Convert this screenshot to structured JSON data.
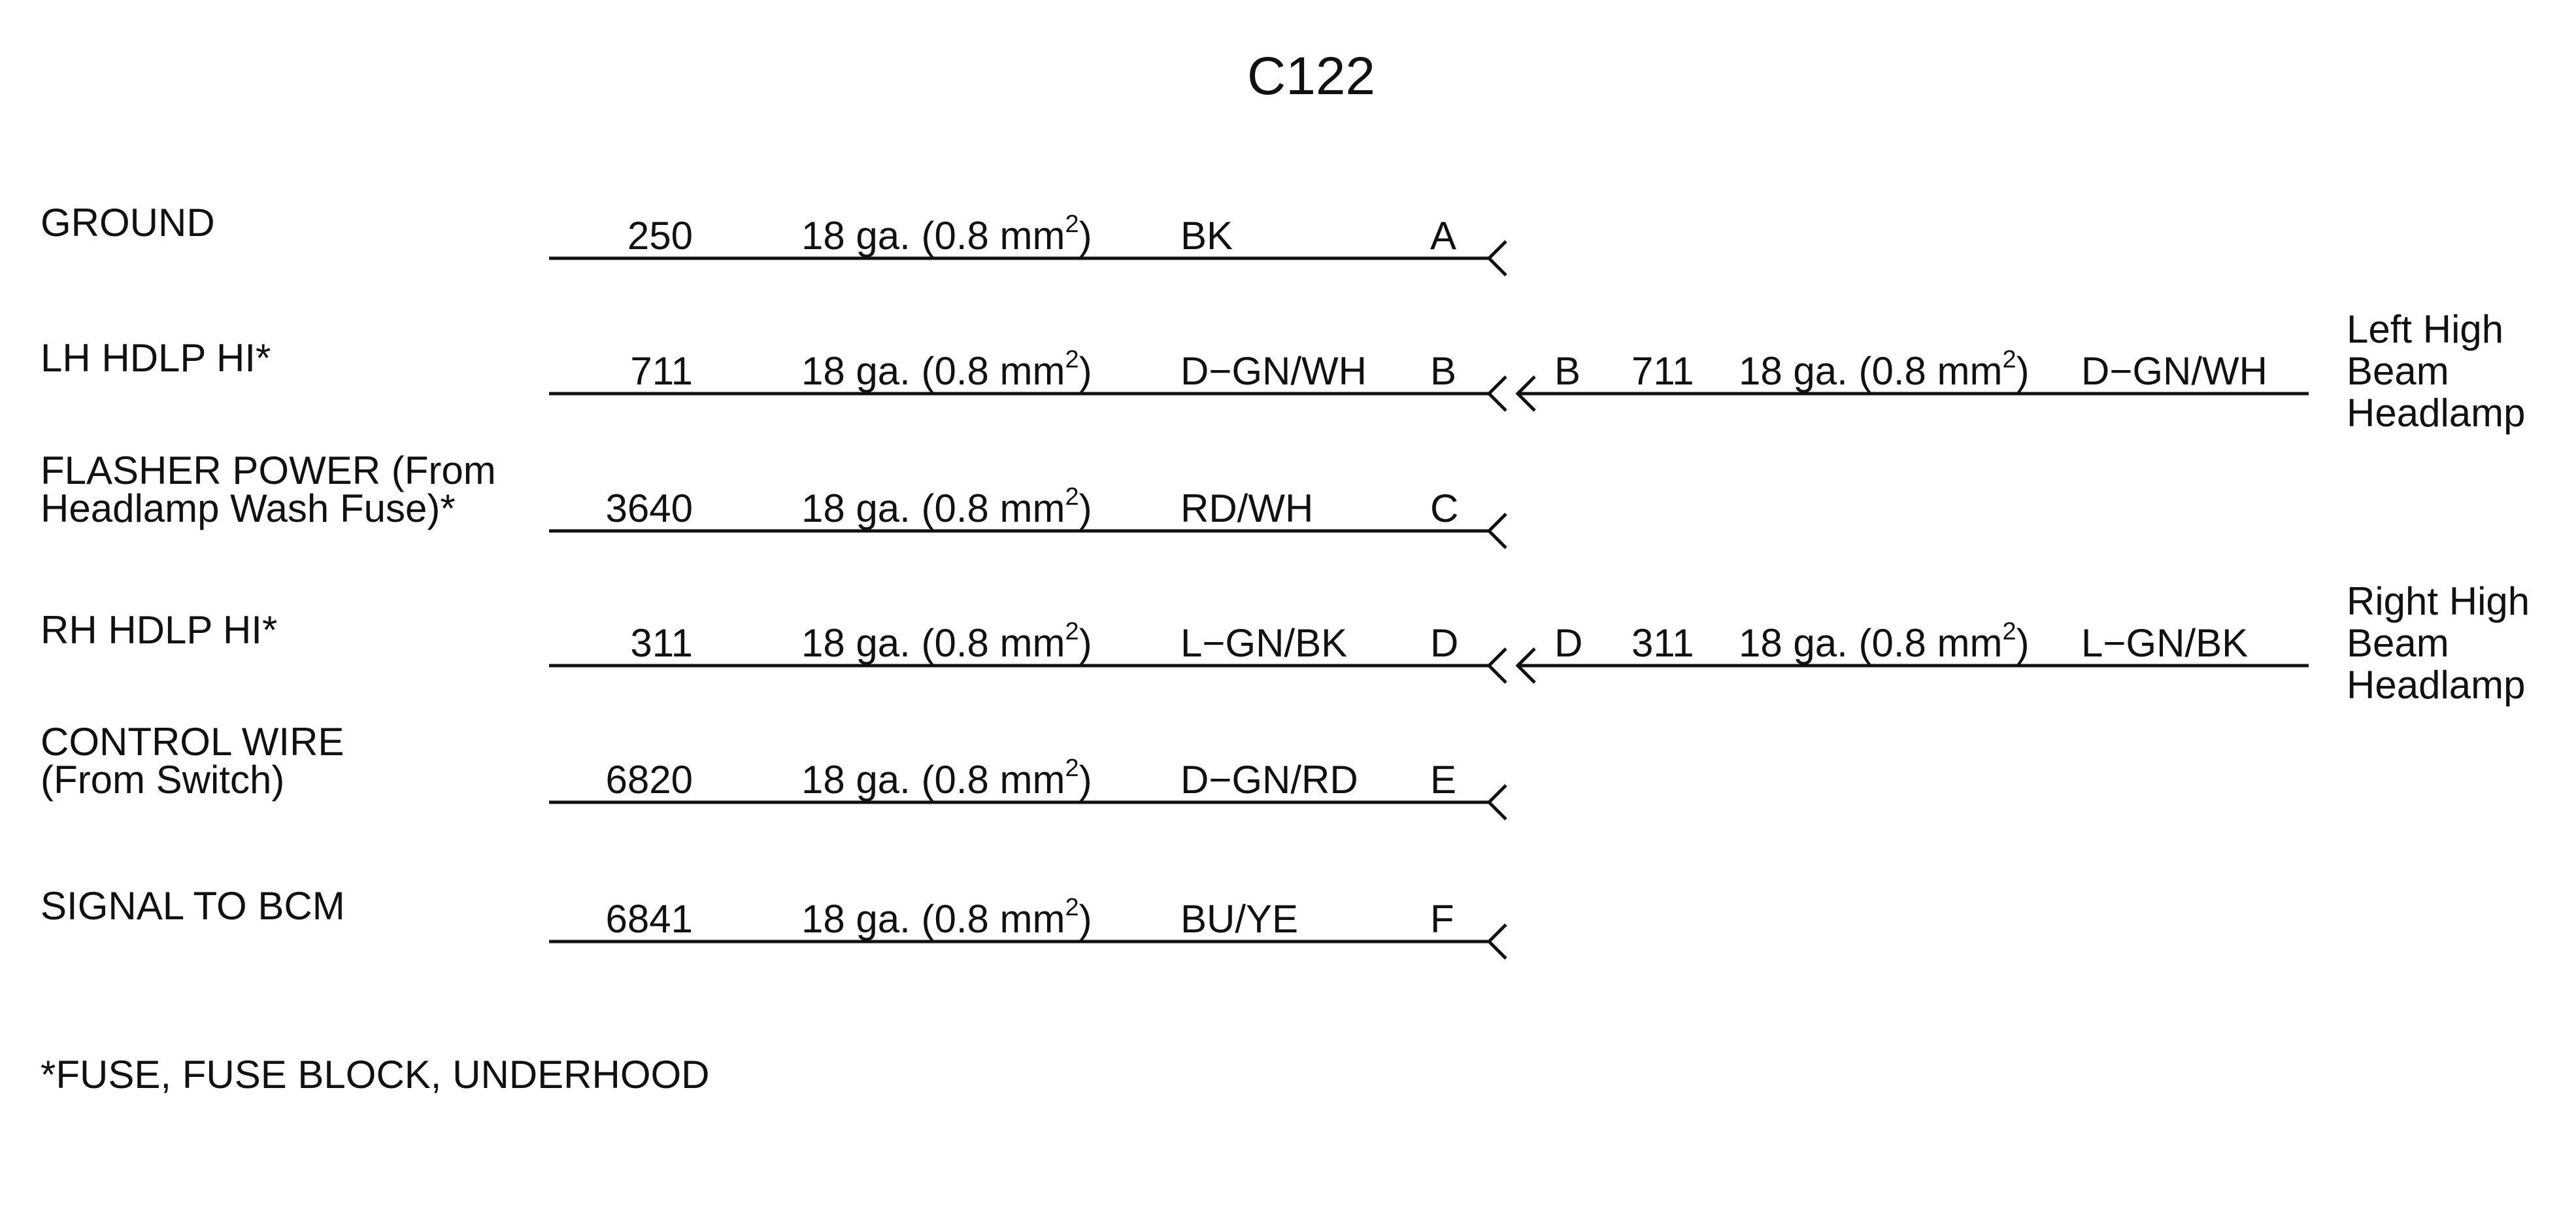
{
  "connector_id": "C122",
  "footnote": "*FUSE, FUSE BLOCK, UNDERHOOD",
  "circuits": [
    {
      "pin": "A",
      "label_lines": [
        "GROUND"
      ],
      "circuit": "250",
      "gauge": "18 ga. (0.8 mm",
      "gauge_exp": "2",
      "gauge_close": ")",
      "color": "BK",
      "mate": null
    },
    {
      "pin": "B",
      "label_lines": [
        "LH HDLP HI*"
      ],
      "circuit": "711",
      "gauge": "18 ga. (0.8 mm",
      "gauge_exp": "2",
      "gauge_close": ")",
      "color": "D−GN/WH",
      "mate": {
        "pin": "B",
        "circuit": "711",
        "gauge": "18 ga. (0.8 mm",
        "gauge_exp": "2",
        "gauge_close": ")",
        "color": "D−GN/WH",
        "component_lines": [
          "Left High",
          "Beam",
          "Headlamp"
        ]
      }
    },
    {
      "pin": "C",
      "label_lines": [
        "FLASHER POWER (From",
        "Headlamp Wash Fuse)*"
      ],
      "circuit": "3640",
      "gauge": "18 ga. (0.8 mm",
      "gauge_exp": "2",
      "gauge_close": ")",
      "color": "RD/WH",
      "mate": null
    },
    {
      "pin": "D",
      "label_lines": [
        "RH HDLP HI*"
      ],
      "circuit": "311",
      "gauge": "18 ga. (0.8 mm",
      "gauge_exp": "2",
      "gauge_close": ")",
      "color": "L−GN/BK",
      "mate": {
        "pin": "D",
        "circuit": "311",
        "gauge": "18 ga. (0.8 mm",
        "gauge_exp": "2",
        "gauge_close": ")",
        "color": "L−GN/BK",
        "component_lines": [
          "Right High",
          "Beam",
          "Headlamp"
        ]
      }
    },
    {
      "pin": "E",
      "label_lines": [
        "CONTROL WIRE",
        "(From Switch)"
      ],
      "circuit": "6820",
      "gauge": "18 ga. (0.8 mm",
      "gauge_exp": "2",
      "gauge_close": ")",
      "color": "D−GN/RD",
      "mate": null
    },
    {
      "pin": "F",
      "label_lines": [
        "SIGNAL TO BCM"
      ],
      "circuit": "6841",
      "gauge": "18 ga. (0.8 mm",
      "gauge_exp": "2",
      "gauge_close": ")",
      "color": "BU/YE",
      "mate": null
    }
  ]
}
